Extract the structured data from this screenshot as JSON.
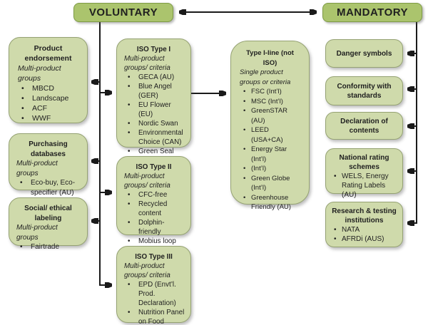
{
  "colors": {
    "header_fill": "#abc46d",
    "header_border": "#7e9b45",
    "box_fill": "#cfdaab",
    "box_border": "#95a273",
    "arrow_color": "#1a1a1a",
    "text_color": "#1f1f1f"
  },
  "headers": {
    "voluntary": "VOLUNTARY",
    "mandatory": "MANDATORY"
  },
  "left_boxes": [
    {
      "title": "Product endorsement",
      "subtitle": "Multi-product groups",
      "items": [
        "MBCD",
        "Landscape",
        "ACF",
        "WWF"
      ]
    },
    {
      "title": "Purchasing databases",
      "subtitle": "Multi-product groups",
      "items": [
        "Eco-buy, Eco-specifier (AU)"
      ]
    },
    {
      "title": "Social/ ethical labeling",
      "subtitle": "Multi-product groups",
      "items": [
        "Fairtrade"
      ]
    }
  ],
  "iso_boxes": [
    {
      "title": "ISO Type I",
      "subtitle": "Multi-product groups/ criteria",
      "items": [
        "GECA (AU)",
        "Blue Angel (GER)",
        "EU Flower (EU)",
        "Nordic Swan",
        "Environmental Choice (CAN)",
        "Green Seal"
      ]
    },
    {
      "title": "ISO Type II",
      "subtitle": "Multi-product groups/ criteria",
      "items": [
        "CFC-free",
        "Recycled content",
        "Dolphin-friendly",
        "Mobius loop"
      ]
    },
    {
      "title": "ISO Type III",
      "subtitle": "Multi-product groups/ criteria",
      "items": [
        "EPD (Envt’l. Prod. Declaration)",
        "Nutrition Panel on Food"
      ]
    }
  ],
  "type1line_box": {
    "title": "Type I-line (not ISO)",
    "subtitle": "Single product groups or criteria",
    "items": [
      "FSC (Int’l)",
      "MSC (Int’l)",
      "GreenSTAR (AU)",
      "LEED (USA+CA)",
      "Energy Star (Int’l)",
      "(Int’l)",
      "Green Globe (Int’l)",
      "Greenhouse Friendly (AU)"
    ]
  },
  "right_boxes": [
    {
      "title": "Danger symbols"
    },
    {
      "title": "Conformity with standards"
    },
    {
      "title": "Declaration of contents"
    },
    {
      "title": "National rating schemes",
      "items": [
        "WELS, Energy Rating Labels (AU)"
      ]
    },
    {
      "title": "Research & testing institutions",
      "items": [
        "NATA",
        "AFRDi (AUS)"
      ]
    }
  ]
}
